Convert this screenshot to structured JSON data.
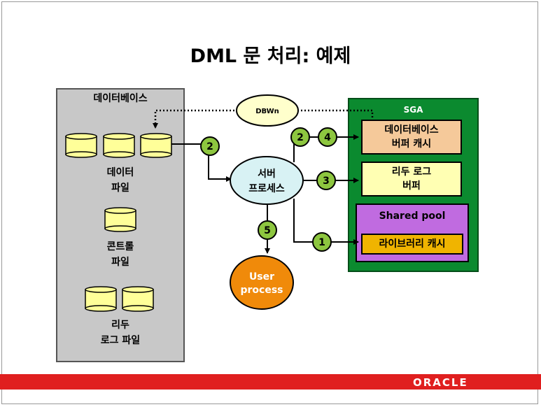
{
  "title": "DML 문 처리: 예제",
  "database": {
    "label": "데이터베이스",
    "datafiles_label_l1": "데이터",
    "datafiles_label_l2": "파일",
    "controlfile_label_l1": "콘트롤",
    "controlfile_label_l2": "파일",
    "redolog_label_l1": "리두",
    "redolog_label_l2": "로그 파일"
  },
  "dbwn": "DBWn",
  "server_process": {
    "l1": "서버",
    "l2": "프로세스"
  },
  "user_process": {
    "l1": "User",
    "l2": "process"
  },
  "sga": {
    "label": "SGA",
    "buffer_cache": {
      "l1": "데이터베이스",
      "l2": "버퍼 캐시"
    },
    "redo_buffer": {
      "l1": "리두 로그",
      "l2": "버퍼"
    },
    "shared_pool": "Shared pool",
    "library_cache": "라이브러리 캐시"
  },
  "steps": {
    "s1": "1",
    "s2a": "2",
    "s2b": "2",
    "s3": "3",
    "s4": "4",
    "s5": "5"
  },
  "colors": {
    "sga_green": "#0b8a2f",
    "buffer_cache": "#f5c99a",
    "redo_buffer": "#ffffb3",
    "shared_pool": "#c06be0",
    "library_cache": "#f0b400",
    "server_ellipse": "#d8f2f4",
    "dbwn_ellipse": "#ffffcc",
    "user_ellipse": "#f08a0a",
    "step_circle": "#8dc63f",
    "cylinder": "#ffff99",
    "footer_red": "#e01f1f"
  },
  "footer": {
    "brand": "ORACLE"
  }
}
